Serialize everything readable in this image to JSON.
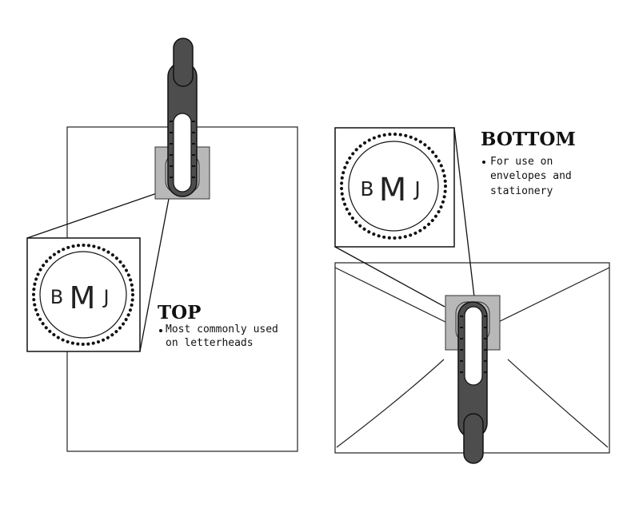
{
  "top": {
    "title": "TOP",
    "note_line1": "Most commonly used",
    "note_line2": "on letterheads",
    "monogram": {
      "left": "B",
      "center": "M",
      "right": "J"
    }
  },
  "bottom": {
    "title": "BOTTOM",
    "note_line1": "For use on",
    "note_line2": "envelopes and",
    "note_line3": "stationery",
    "monogram": {
      "left": "B",
      "center": "M",
      "right": "J"
    }
  },
  "colors": {
    "stamp_body": "#4d4d4d",
    "stamp_plate": "#b8b8b8",
    "outline": "#111111"
  }
}
